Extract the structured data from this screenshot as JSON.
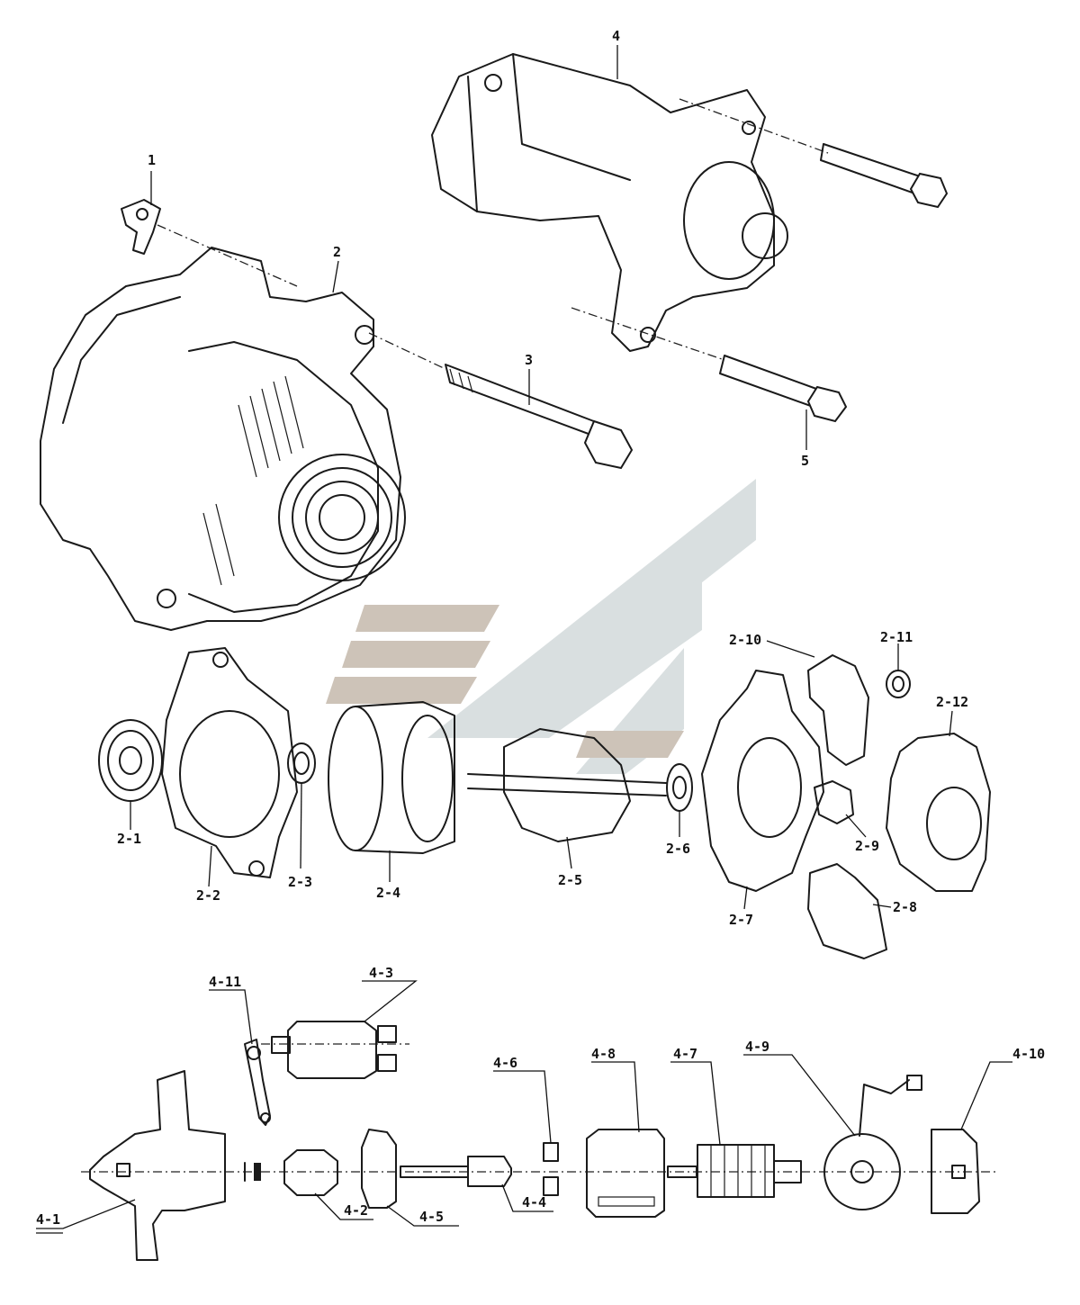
{
  "watermark": {
    "color_light": "#d9dfe0",
    "color_tan": "#cdc3b8"
  },
  "labels": {
    "p1": "1",
    "p2": "2",
    "p3": "3",
    "p4": "4",
    "p5": "5",
    "p2_1": "2-1",
    "p2_2": "2-2",
    "p2_3": "2-3",
    "p2_4": "2-4",
    "p2_5": "2-5",
    "p2_6": "2-6",
    "p2_7": "2-7",
    "p2_8": "2-8",
    "p2_9": "2-9",
    "p2_10": "2-10",
    "p2_11": "2-11",
    "p2_12": "2-12",
    "p4_1": "4-1",
    "p4_2": "4-2",
    "p4_3": "4-3",
    "p4_4": "4-4",
    "p4_5": "4-5",
    "p4_6": "4-6",
    "p4_7": "4-7",
    "p4_8": "4-8",
    "p4_9": "4-9",
    "p4_10": "4-10",
    "p4_11": "4-11"
  }
}
